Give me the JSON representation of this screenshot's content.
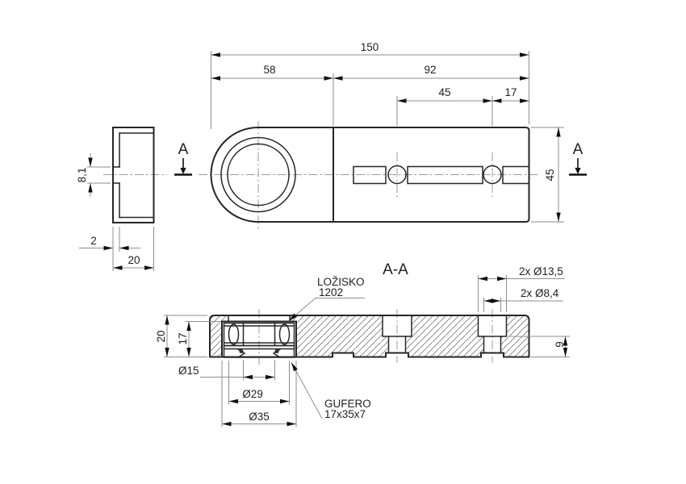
{
  "drawing": {
    "section_title": "A-A",
    "cut_marker": "A",
    "top_view_dims": {
      "total_length": "150",
      "left_length": "58",
      "right_length": "92",
      "hole_span": "45",
      "hole_to_edge": "17",
      "part_width": "45"
    },
    "side_view_dims": {
      "slot_height": "8,1",
      "wall_thickness": "2",
      "depth": "20"
    },
    "section_dims": {
      "thickness": "20",
      "pocket_depth": "17",
      "counterbore_floor_height": "9",
      "counterbore_note": "2x Ø13,5",
      "hole_note": "2x Ø8,4",
      "bore_dia": "Ø15",
      "seal_lip_dia": "Ø29",
      "pocket_dia": "Ø35"
    },
    "annotations": {
      "bearing_label": "LOŽISKO",
      "bearing_number": "1202",
      "seal_label": "GUFERO",
      "seal_size": "17x35x7"
    },
    "colors": {
      "line": "#262626",
      "thin_line": "#8e8e8e",
      "centerline": "#9b9b9b",
      "hatch": "#7d7d7d",
      "text": "#1f1f1f",
      "background": "#ffffff"
    }
  }
}
